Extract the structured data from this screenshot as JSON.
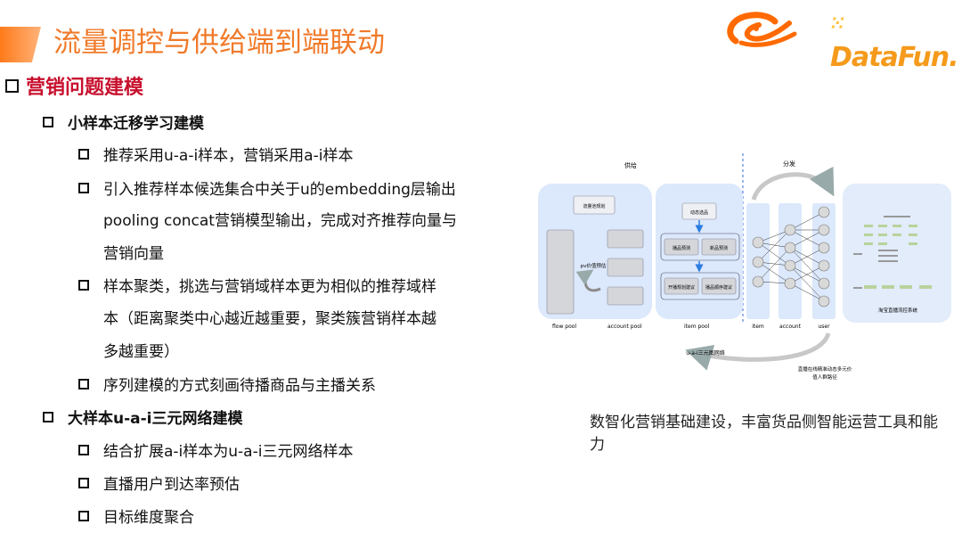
{
  "header": {
    "title": "流量调控与供给端到端联动",
    "logo_text": "DataFun.",
    "colors": {
      "title": "#f07a2a",
      "heading": "#c8102e",
      "logo": "#f59a1b"
    }
  },
  "section": {
    "title": "营销问题建模",
    "subsections": [
      {
        "title": "小样本迁移学习建模",
        "items": [
          [
            "推荐采用u-a-i样本，营销采用a-i样本"
          ],
          [
            "引入推荐样本候选集合中关于u的embedding层输出",
            "pooling concat营销模型输出，完成对齐推荐向量与",
            "营销向量"
          ],
          [
            "样本聚类，挑选与营销域样本更为相似的推荐域样",
            "本（距离聚类中心越近越重要，聚类簇营销样本越",
            "多越重要）"
          ],
          [
            "序列建模的方式刻画待播商品与主播关系"
          ]
        ]
      },
      {
        "title": "大样本u-a-i三元网络建模",
        "items": [
          [
            "结合扩展a-i样本为u-a-i三元网络样本"
          ],
          [
            "直播用户到达率预估"
          ],
          [
            "目标维度聚合"
          ]
        ]
      }
    ]
  },
  "diagram": {
    "label_supply": "供给",
    "label_distribute": "分发",
    "box_flow_plan": "流量池规划",
    "box_pv_estimate": "pv价值预估",
    "box_dynamic_goods": "动态选品",
    "box_broadcast_estimate": "播品预测",
    "box_new_estimate": "新品预测",
    "box_schedule_suggest": "开播规划建议",
    "box_order_suggest": "播品顺序建议",
    "pool_flow": "flow pool",
    "pool_account": "account pool",
    "pool_item": "item pool",
    "col_item": "item",
    "col_account": "account",
    "col_user": "user",
    "panel_system": "淘宝直播流控系统",
    "network_label": "u-a-i三元图网络",
    "bottom_note_1": "直播在线精准动态多元价",
    "bottom_note_2": "值人群路径"
  },
  "caption": "数智化营销基础建设，丰富货品侧智能运营工具和能力"
}
